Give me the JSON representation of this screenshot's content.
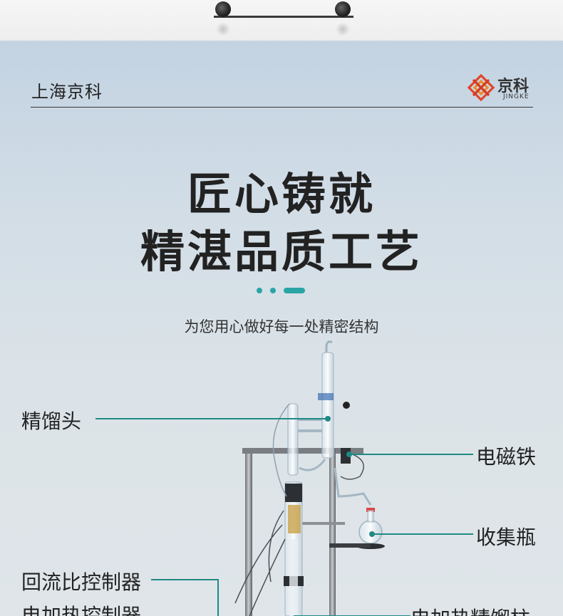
{
  "brand": {
    "text": "上海京科",
    "logo_name": "京科",
    "logo_sub": "JINGKE"
  },
  "headline": {
    "line1": "匠心铸就",
    "line2": "精湛品质工艺"
  },
  "subtitle": "为您用心做好每一处精密结构",
  "callouts": {
    "distillation_head": "精馏头",
    "electromagnet": "电磁铁",
    "collection_flask": "收集瓶",
    "reflux_controller": "回流比控制器",
    "heating_controller": "电加热控制器",
    "heated_column": "电加热精馏柱"
  },
  "colors": {
    "accent": "#2aa5a6",
    "text": "#222222",
    "leader": "#1f8a86"
  }
}
